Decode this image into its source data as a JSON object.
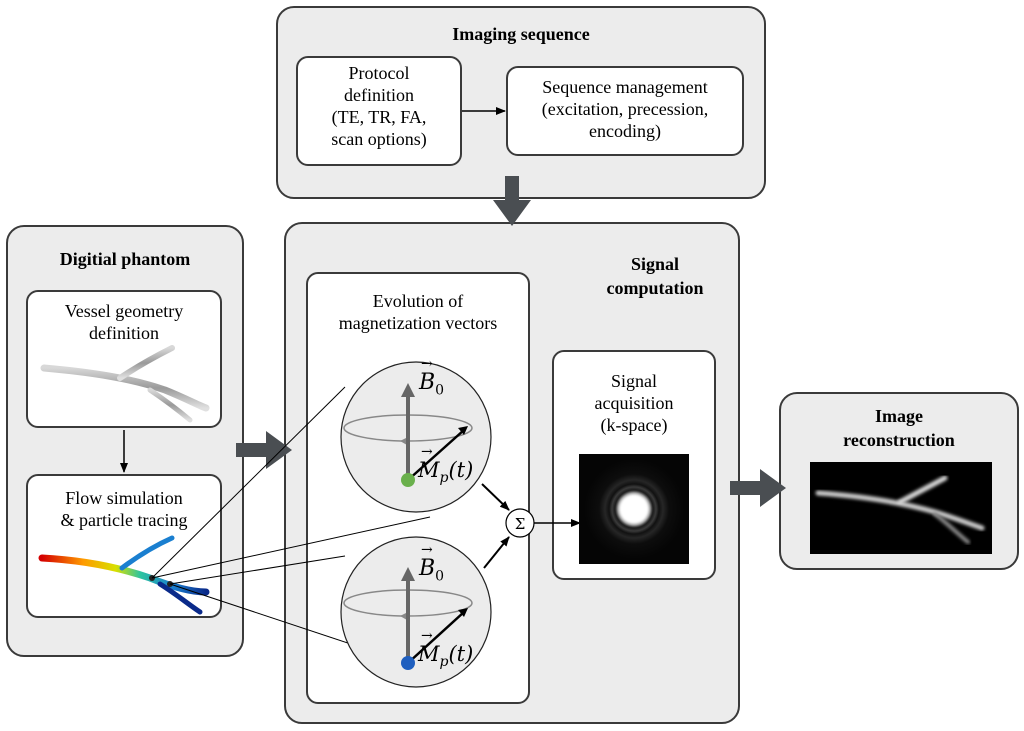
{
  "imaging_sequence": {
    "title": "Imaging sequence",
    "protocol_lines": [
      "Protocol",
      "definition",
      "(TE, TR, FA,",
      "scan options)"
    ],
    "sequence_lines": [
      "Sequence management",
      "(excitation, precession,",
      "encoding)"
    ]
  },
  "digital_phantom": {
    "title": "Digitial phantom",
    "vessel_lines": [
      "Vessel geometry",
      "definition"
    ],
    "flow_lines": [
      "Flow simulation",
      "& particle tracing"
    ]
  },
  "signal_computation": {
    "title_lines": [
      "Signal",
      "computation"
    ],
    "evolution_lines": [
      "Evolution of",
      "magnetization vectors"
    ],
    "b0_label": "B",
    "b0_sub": "0",
    "mp_label": "M",
    "mp_sub": "p",
    "mp_arg": "(t)",
    "sum_symbol": "Σ",
    "acquisition_lines": [
      "Signal",
      "acquisition",
      "(k-space)"
    ]
  },
  "image_reconstruction": {
    "title_lines": [
      "Image",
      "reconstruction"
    ]
  },
  "colors": {
    "panel_fill": "#ececec",
    "border": "#3a3a3a",
    "arrow_fill": "#4a4e52",
    "green_particle": "#6ab04c",
    "blue_particle": "#1f5fbf"
  }
}
